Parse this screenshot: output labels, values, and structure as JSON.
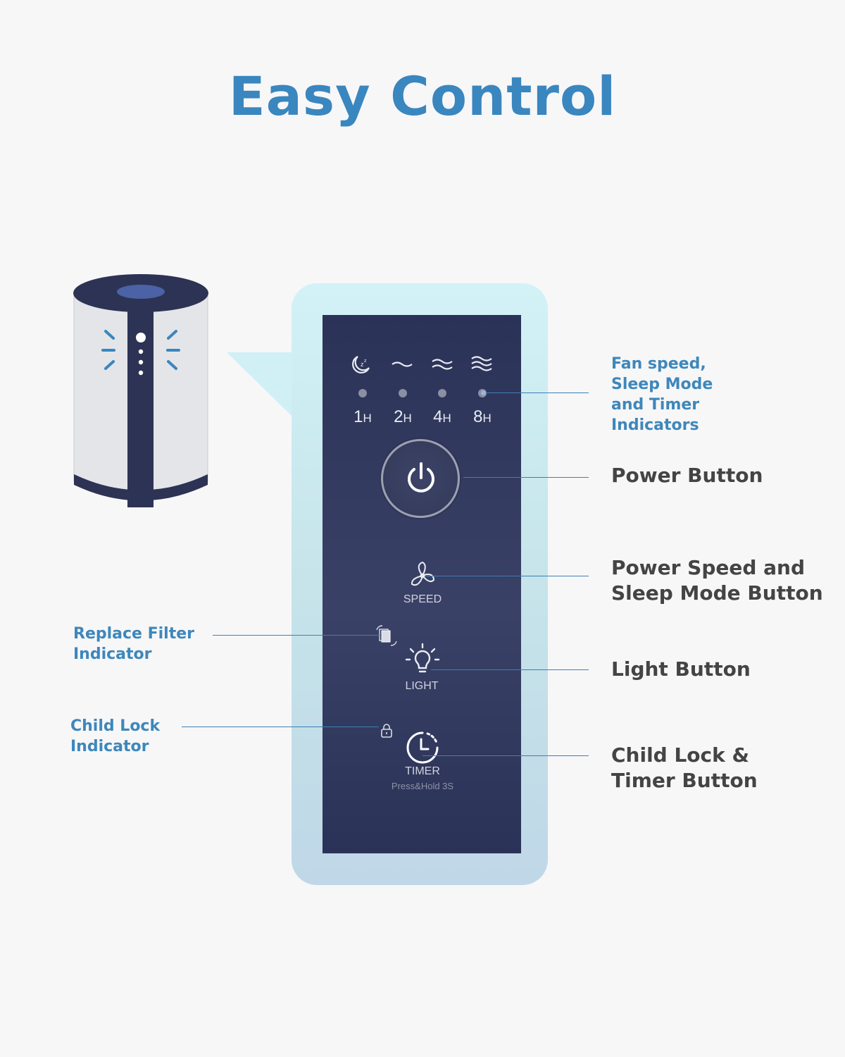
{
  "title": "Easy Control",
  "panel": {
    "hours": [
      {
        "num": "1",
        "unit": "H"
      },
      {
        "num": "2",
        "unit": "H"
      },
      {
        "num": "4",
        "unit": "H"
      },
      {
        "num": "8",
        "unit": "H"
      }
    ],
    "speed_label": "SPEED",
    "light_label": "LIGHT",
    "timer_label": "TIMER",
    "timer_sub": "Press&Hold 3S"
  },
  "callouts": {
    "fan_speed": [
      "Fan speed,",
      "Sleep Mode",
      "and Timer",
      "Indicators"
    ],
    "power_button": "Power Button",
    "speed_button": [
      "Power Speed and",
      "Sleep Mode Button"
    ],
    "light_button": "Light Button",
    "child_lock_timer": [
      "Child Lock &",
      "Timer Button"
    ],
    "replace_filter": [
      "Replace Filter",
      "Indicator"
    ],
    "child_lock_indicator": [
      "Child Lock",
      "Indicator"
    ]
  },
  "colors": {
    "title": "#3a86bf",
    "callout_blue": "#3e87bb",
    "callout_dark": "#444444",
    "panel": "#2b3257",
    "bubble": "#cde9ef"
  },
  "icons": [
    "moon-icon",
    "wave-1-icon",
    "wave-2-icon",
    "wave-3-icon",
    "power-icon",
    "fan-icon",
    "filter-icon",
    "bulb-icon",
    "lock-icon",
    "timer-icon"
  ]
}
